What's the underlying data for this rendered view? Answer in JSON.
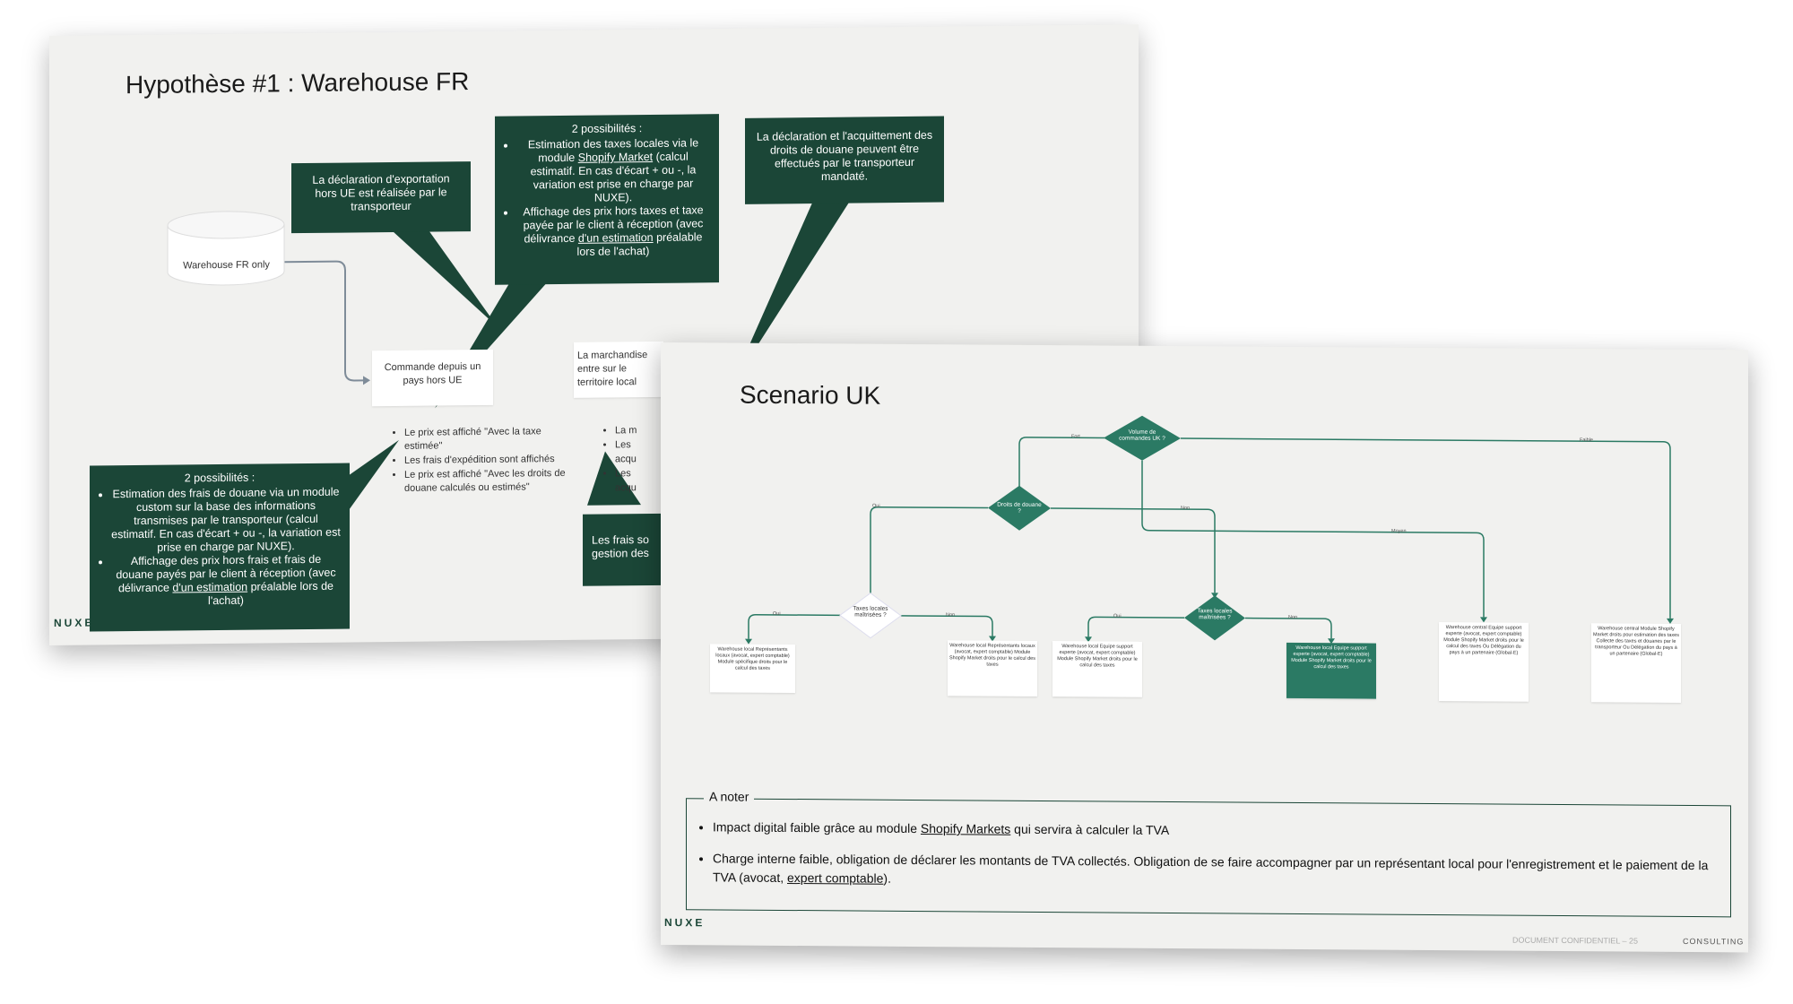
{
  "slide1": {
    "title": "Hypothèse #1 : Warehouse FR",
    "cylinder_label": "Warehouse FR only",
    "order_box": "Commande depuis un pays hors UE",
    "market_box": "La marchandise entre sur le territoire local",
    "bullets": [
      "Le prix est affiché \"Avec la taxe estimée\"",
      "Les frais d'expédition sont affichés",
      "Le prix est affiché \"Avec les droits de douane calculés ou estimés\""
    ],
    "bullets_right": [
      "La m",
      "Les",
      "acqu",
      "Les",
      "acqu"
    ],
    "callout_export": "La déclaration d'exportation hors UE est réalisée par le transporteur",
    "callout_taxes": {
      "heading": "2 possibilités :",
      "items": [
        {
          "pre": "Estimation des taxes locales via le module ",
          "link": "Shopify Market",
          "post": " (calcul estimatif. En cas d'écart + ou -, la variation est prise en charge par NUXE)."
        },
        {
          "pre": "Affichage des prix hors taxes et taxe payée par le client à réception (avec délivrance ",
          "link": "d'un estimation",
          "post": " préalable lors de l'achat)"
        }
      ]
    },
    "callout_customs": "La déclaration et l'acquittement des droits de douane peuvent être effectués par le transporteur mandaté.",
    "callout_duties": {
      "heading": "2 possibilités :",
      "items": [
        {
          "pre": "Estimation des frais de douane via un module custom sur la base des informations transmises par le transporteur (calcul estimatif. En cas d'écart + ou -, la variation est prise en charge par NUXE).",
          "link": "",
          "post": ""
        },
        {
          "pre": "Affichage des prix hors frais et frais de douane payés par le client à réception (avec délivrance ",
          "link": "d'un estimation",
          "post": " préalable lors de l'achat)"
        }
      ]
    },
    "callout_fees": "Les frais so gestion des",
    "logo": "NUXE"
  },
  "slide2": {
    "title": "Scenario UK",
    "diamonds": {
      "volume": "Volume de commandes UK ?",
      "droits": "Droits de douane ?",
      "taxes_left": "Taxes locales maîtrisées ?",
      "taxes_right": "Taxes locales maîtrisées ?"
    },
    "edge_labels": {
      "fort": "Fort",
      "faible": "Faible",
      "moyen": "Moyen",
      "oui1": "Oui",
      "non1": "Non",
      "oui2": "Oui",
      "non2": "Non",
      "oui3": "Oui",
      "non3": "Non"
    },
    "leaves": [
      "Warehouse local Représentants locaux (avocat, expert comptable) Module spécifique droits pour le calcul des taxes",
      "Warehouse local Représentants locaux (avocat, expert comptable) Module Shopify Market droits pour le calcul des taxes",
      "Warehouse local Equipe support experte (avocat, expert comptable) Module Shopify Market droits pour le calcul des taxes",
      "Warehouse local Equipe support experte (avocat, expert comptable) Module Shopify Market droits pour le calcul des taxes",
      "Warehouse central Equipe support experte (avocat, expert comptable) Module Shopify Market droits pour le calcul des taxes Ou Délégation du pays à un partenaire (Global-E)",
      "Warehouse central Module Shopify Market droits pour estimation des taxes Collecte des taxes et douanes par le transporteur Ou Délégation du pays à un partenaire (Global-E)"
    ],
    "note_title": "A noter",
    "notes": [
      {
        "pre": "Impact digital faible grâce au module ",
        "link": "Shopify Markets",
        "post": " qui servira à calculer la TVA"
      },
      {
        "pre": "Charge interne faible, obligation de déclarer les montants de TVA collectés. Obligation de se faire accompagner par un représentant local pour l'enregistrement et le paiement de la TVA (avocat, ",
        "link": "expert comptable",
        "post": ")."
      }
    ],
    "footer": "DOCUMENT CONFIDENTIEL – 25",
    "logo": "NUXE",
    "brand": "CONSULTING"
  },
  "colors": {
    "dark_green": "#1b4637",
    "teal": "#2b7a64",
    "slide_bg": "#f1f1ef"
  }
}
